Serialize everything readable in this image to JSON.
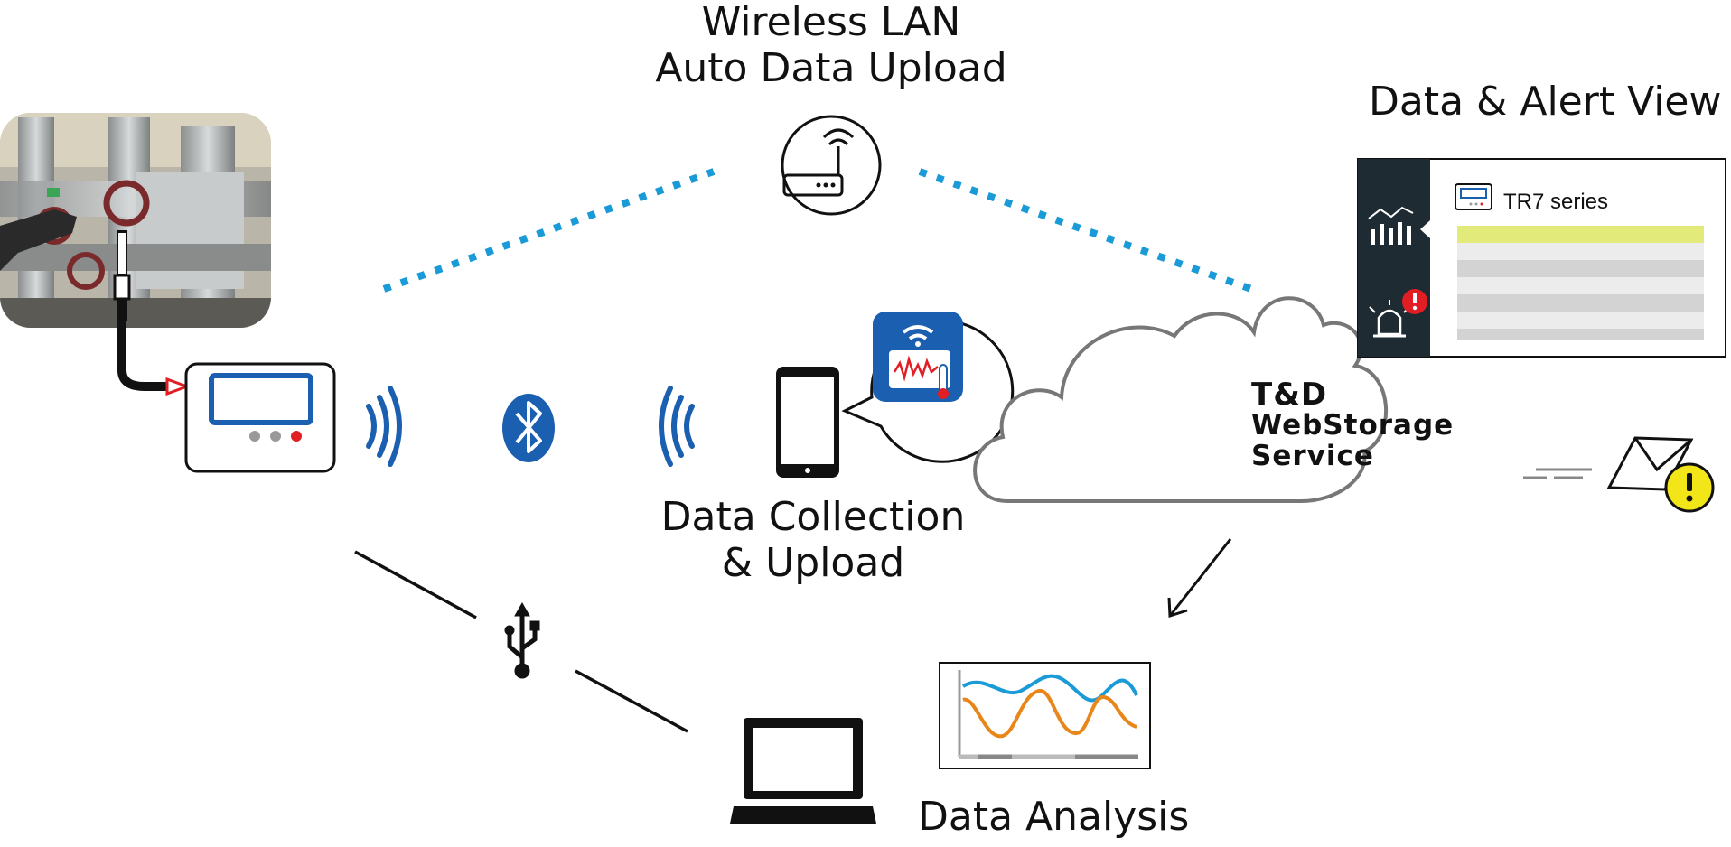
{
  "labels": {
    "wireless_line1": "Wireless LAN",
    "wireless_line2": "Auto Data Upload",
    "alert_view": "Data & Alert View",
    "collection_line1": "Data Collection",
    "collection_line2": "& Upload",
    "analysis": "Data Analysis"
  },
  "cloud": {
    "line1": "T&D",
    "line2": "WebStorage",
    "line3": "Service"
  },
  "panel": {
    "device_name": "TR7 series"
  },
  "icons": {
    "router": "router-icon",
    "bluetooth": "bluetooth-icon",
    "usb": "usb-icon",
    "smartphone": "smartphone-icon",
    "app": "app-icon",
    "laptop": "laptop-icon",
    "chart": "chart-icon",
    "alarm": "alarm-icon",
    "email_alert": "email-alert-icon"
  },
  "colors": {
    "dotted_link": "#1a9bd7",
    "signal": "#1a5fb0",
    "chart_blue": "#1a9bd7",
    "chart_orange": "#e8861a",
    "panel_highlight": "#e2ea7a",
    "alert_red": "#e01e24",
    "alert_yellow": "#f2e619"
  }
}
